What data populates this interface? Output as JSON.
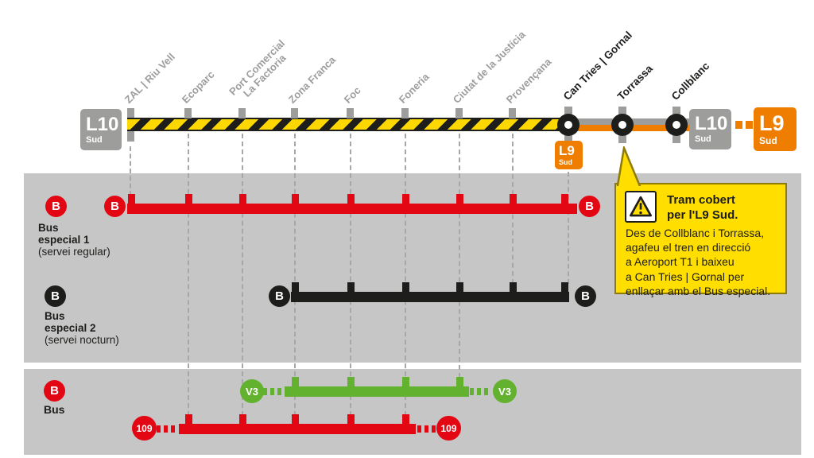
{
  "colors": {
    "bus_red": "#e30613",
    "night_black": "#1d1d1b",
    "v3_green": "#63b22f",
    "l9_orange": "#ef7d00",
    "suspended_gray": "#9d9d9c",
    "panel_gray": "#c6c6c6",
    "hazard_yellow": "#fdd700",
    "callout_yellow": "#ffde00"
  },
  "track": {
    "l10_left": {
      "line": "L10",
      "sub": "Sud"
    },
    "l10_right": {
      "line": "L10",
      "sub": "Sud"
    },
    "l9_right": {
      "line": "L9",
      "sub": "Sud"
    },
    "l9_can_tries": {
      "line": "L9",
      "sub": "Sud"
    }
  },
  "stations": [
    {
      "name": "ZAL | Riu Vell",
      "status": "closed"
    },
    {
      "name": "Ecoparc",
      "status": "closed"
    },
    {
      "name": "Port Comercial",
      "name2": "La Factoria",
      "status": "closed"
    },
    {
      "name": "Zona Franca",
      "status": "closed"
    },
    {
      "name": "Foc",
      "status": "closed"
    },
    {
      "name": "Foneria",
      "status": "closed"
    },
    {
      "name": "Ciutat de la Justícia",
      "status": "closed"
    },
    {
      "name": "Provençana",
      "status": "closed"
    },
    {
      "name": "Can Tries | Gornal",
      "status": "open"
    },
    {
      "name": "Torrassa",
      "status": "open"
    },
    {
      "name": "Collblanc",
      "status": "open"
    }
  ],
  "legend": {
    "bus_especial_1": {
      "badge": "B",
      "line1": "Bus",
      "line2": "especial 1",
      "line3": "(servei regular)"
    },
    "bus_especial_2": {
      "badge": "B",
      "line1": "Bus",
      "line2": "especial 2",
      "line3": "(servei nocturn)"
    },
    "bus": {
      "badge": "B",
      "line1": "Bus"
    }
  },
  "bus_lines": {
    "especial1": {
      "start_badge": "B",
      "end_badge": "B"
    },
    "especial2": {
      "start_badge": "B",
      "end_badge": "B"
    },
    "v3": {
      "start_badge": "V3",
      "end_badge": "V3"
    },
    "b109": {
      "start_badge": "109",
      "end_badge": "109"
    }
  },
  "callout": {
    "title_line1": "Tram cobert",
    "title_line2": "per l'L9 Sud.",
    "body_lines": [
      "Des de Collblanc i Torrassa,",
      "agafeu el tren en direcció",
      "a Aeroport T1 i baixeu",
      "a Can Tries | Gornal per",
      "enllaçar amb el Bus especial."
    ]
  }
}
